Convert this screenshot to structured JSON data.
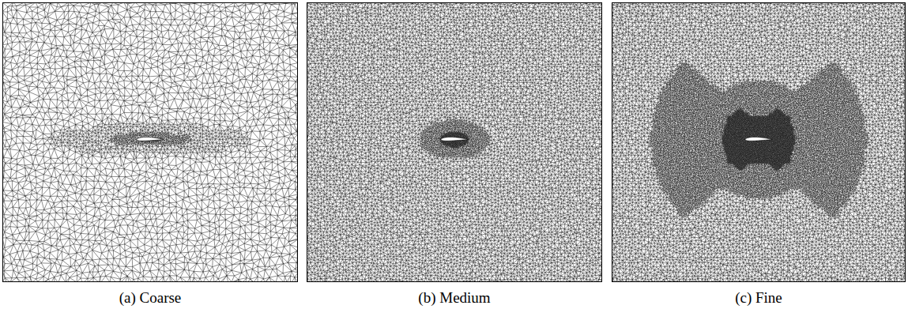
{
  "diagram": {
    "labels": [
      "(a) Coarse",
      "(b) Medium",
      "(c) Fine"
    ]
  }
}
